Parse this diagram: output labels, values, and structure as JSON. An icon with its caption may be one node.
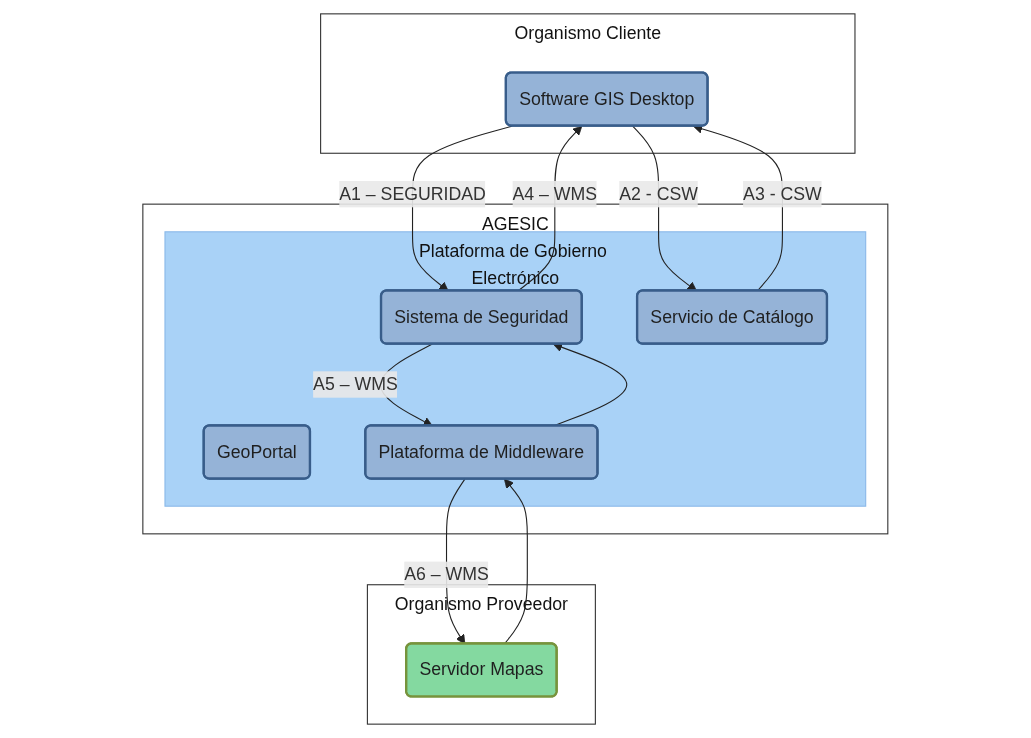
{
  "diagram": {
    "nodes": [
      {
        "text": [
          "Organismo Cliente"
        ]
      },
      {
        "text": [
          "Software GIS Desktop"
        ],
        "in": 0
      },
      {
        "text": [
          "AGESIC"
        ]
      },
      {
        "text": [
          "Plataforma de Gobierno Electrónico"
        ],
        "in": 2
      },
      {
        "text": [
          "Sistema de Seguridad"
        ],
        "in": 3
      },
      {
        "text": [
          "GeoPortal"
        ],
        "in": 3
      },
      {
        "text": [
          "Plataforma de Middleware"
        ],
        "in": 3
      },
      {
        "text": [
          "Servicio de Catálogo"
        ],
        "in": 3
      },
      {
        "text": [
          "Organismo Proveedor"
        ]
      },
      {
        "text": [
          "Servidor Mapas"
        ],
        "in": 8
      }
    ],
    "edges": [
      {
        "from": 1,
        "to": 4,
        "arrow": "to",
        "label": "A1 – SEGURIDAD"
      },
      {
        "from": 4,
        "to": 1,
        "arrow": "to",
        "label": "A4 – WMS"
      },
      {
        "from": 1,
        "to": 7,
        "arrow": "to",
        "label": "A2 - CSW"
      },
      {
        "from": 7,
        "to": 1,
        "arrow": "to",
        "label": "A3 - CSW"
      },
      {
        "from": 4,
        "to": 6,
        "arrow": "to",
        "label": "A5 – WMS"
      },
      {
        "from": 6,
        "to": 4,
        "arrow": "to"
      },
      {
        "from": 6,
        "to": 9,
        "arrow": "to",
        "label": "A6 – WMS"
      },
      {
        "from": 9,
        "to": 6,
        "arrow": "to"
      }
    ]
  }
}
